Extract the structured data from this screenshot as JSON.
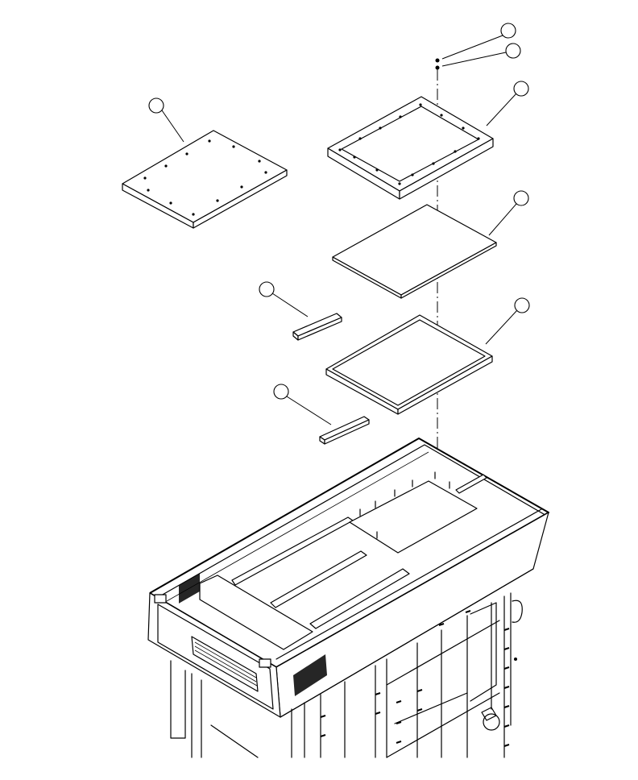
{
  "drawing": {
    "callout_count": 8,
    "callouts": [
      {
        "id": "callout-screw-upper",
        "number": ""
      },
      {
        "id": "callout-screw-lower",
        "number": ""
      },
      {
        "id": "callout-mounting-frame",
        "number": ""
      },
      {
        "id": "callout-cover-plate",
        "number": ""
      },
      {
        "id": "callout-glass-pane",
        "number": ""
      },
      {
        "id": "callout-gasket-strip-upper",
        "number": ""
      },
      {
        "id": "callout-tray",
        "number": ""
      },
      {
        "id": "callout-gasket-strip-lower",
        "number": ""
      }
    ]
  }
}
